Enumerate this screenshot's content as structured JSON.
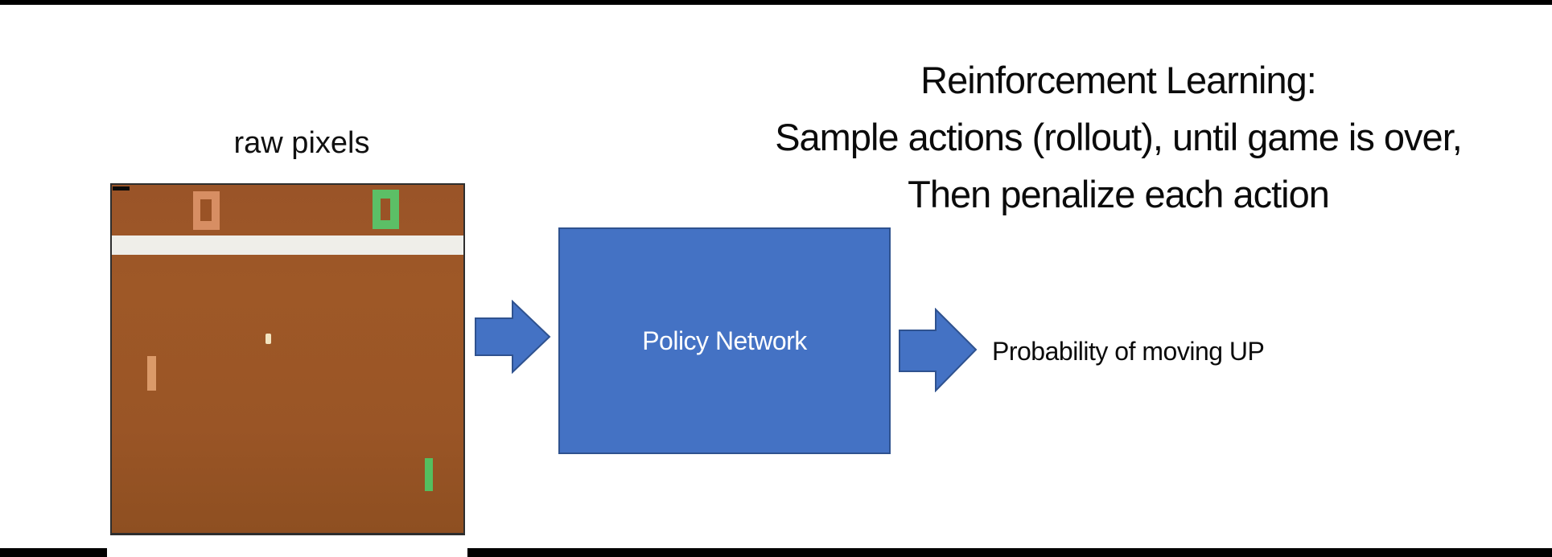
{
  "slide": {
    "title_lines": [
      "Reinforcement Learning:",
      "Sample actions (rollout), until game is over,",
      "Then penalize each action"
    ],
    "input_caption": "raw pixels",
    "policy_box_label": "Policy Network",
    "output_label": "Probability of moving UP"
  },
  "game_screen": {
    "left_score": "0",
    "right_score": "0",
    "colors": {
      "field_brown": "#9d5727",
      "white_band": "#efeee9",
      "left_score_orange": "#d78e63",
      "right_score_green": "#5cbf66",
      "left_paddle_tan": "#db9a69",
      "right_paddle_green": "#54be5f",
      "ball_cream": "#f2e4c0",
      "border_dark": "#2e2e2e"
    }
  },
  "colors": {
    "accent_blue": "#4472c4",
    "accent_blue_border": "#2f528f",
    "bar_black": "#000000",
    "text_black": "#0b0b0b"
  }
}
